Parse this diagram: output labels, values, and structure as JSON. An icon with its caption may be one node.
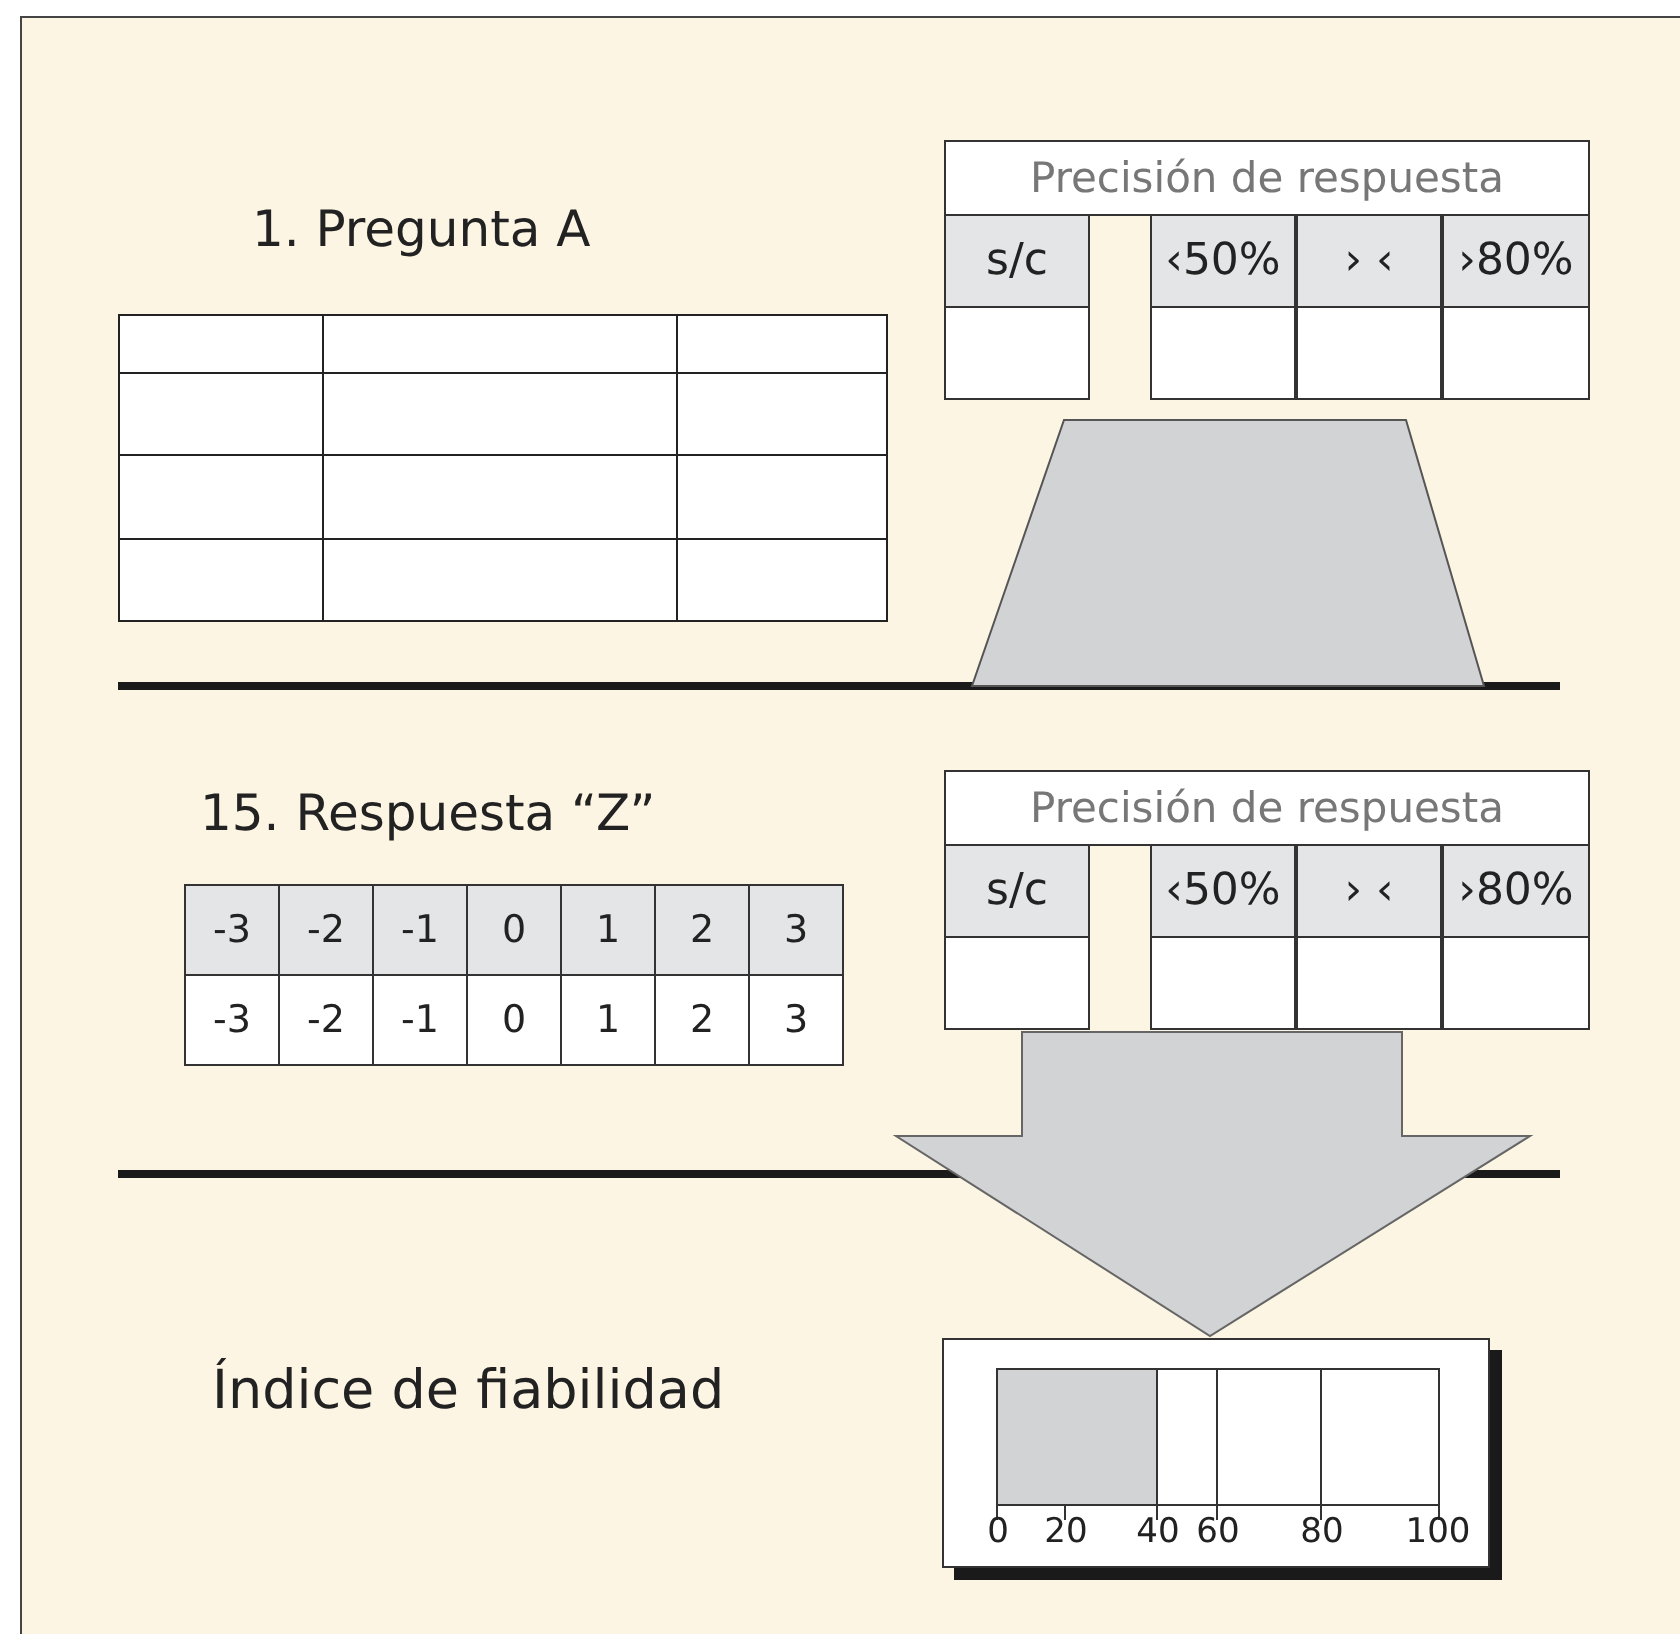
{
  "diagram": {
    "nodes": [
      {
        "text": [
          "Precisión de respuesta",
          "s/c",
          "‹50%",
          "› ‹",
          "›80%"
        ]
      },
      {
        "text": [],
        "shape": "trapezoid"
      },
      {
        "text": [
          "Precisión de respuesta",
          "s/c",
          "‹50%",
          "› ‹",
          "›80%"
        ]
      },
      {
        "text": [
          "0",
          "20",
          "40",
          "60",
          "80",
          "100"
        ]
      }
    ],
    "edges": [
      {
        "from": 2,
        "to": 3,
        "arrow": "to",
        "style": "thick"
      }
    ],
    "labels": [
      "1. Pregunta A",
      "15. Respuesta “Z”",
      "-3",
      "-2",
      "-1",
      "0",
      "1",
      "2",
      "3",
      "-3",
      "-2",
      "-1",
      "0",
      "1",
      "2",
      "3",
      "Índice de fiabilidad"
    ]
  }
}
